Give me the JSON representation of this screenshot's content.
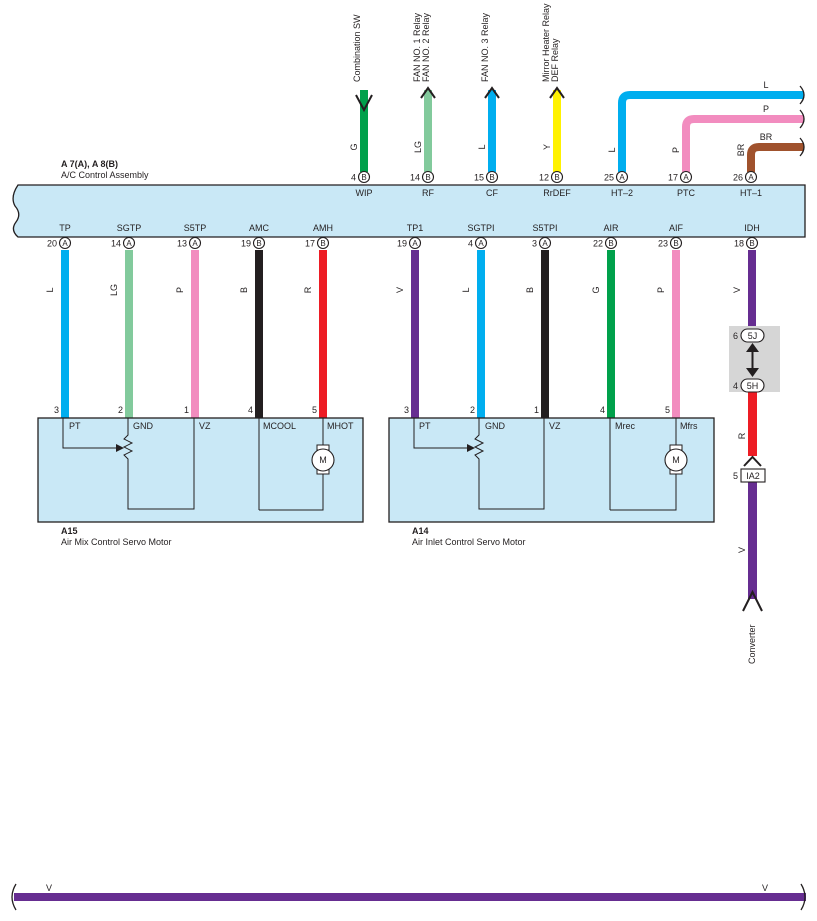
{
  "assembly": {
    "ref": "A 7(A), A 8(B)",
    "name": "A/C Control Assembly",
    "top_terminals": [
      {
        "pin": "4",
        "conn": "B",
        "label": "WIP",
        "color": "#00a14b",
        "wire": "G",
        "dest": [
          "Combination SW"
        ],
        "dir": "in"
      },
      {
        "pin": "14",
        "conn": "B",
        "label": "RF",
        "color": "#82ca9c",
        "wire": "LG",
        "dest": [
          "FAN NO. 1 Relay",
          "FAN NO. 2 Relay"
        ],
        "dir": "out"
      },
      {
        "pin": "15",
        "conn": "B",
        "label": "CF",
        "color": "#00aeef",
        "wire": "L",
        "dest": [
          "FAN NO. 3 Relay"
        ],
        "dir": "out"
      },
      {
        "pin": "12",
        "conn": "B",
        "label": "RrDEF",
        "color": "#fff200",
        "wire": "Y",
        "dest": [
          "Mirror Heater Relay",
          "DEF Relay"
        ],
        "dir": "out"
      }
    ],
    "right_terminals": [
      {
        "pin": "25",
        "conn": "A",
        "label": "HT–2",
        "color": "#00aeef",
        "wire": "L",
        "end_label": "L"
      },
      {
        "pin": "17",
        "conn": "A",
        "label": "PTC",
        "color": "#f28cbf",
        "wire": "P",
        "end_label": "P"
      },
      {
        "pin": "26",
        "conn": "A",
        "label": "HT–1",
        "color": "#a0522d",
        "wire": "BR",
        "end_label": "BR"
      }
    ],
    "bottom_terminals": [
      {
        "pin": "20",
        "conn": "A",
        "label": "TP",
        "color": "#00aeef",
        "wire": "L"
      },
      {
        "pin": "14",
        "conn": "A",
        "label": "SGTP",
        "color": "#82ca9c",
        "wire": "LG"
      },
      {
        "pin": "13",
        "conn": "A",
        "label": "S5TP",
        "color": "#f28cbf",
        "wire": "P"
      },
      {
        "pin": "19",
        "conn": "B",
        "label": "AMC",
        "color": "#231f20",
        "wire": "B"
      },
      {
        "pin": "17",
        "conn": "B",
        "label": "AMH",
        "color": "#ed1c24",
        "wire": "R"
      },
      {
        "pin": "19",
        "conn": "A",
        "label": "TP1",
        "color": "#662d91",
        "wire": "V"
      },
      {
        "pin": "4",
        "conn": "A",
        "label": "SGTPI",
        "color": "#00aeef",
        "wire": "L"
      },
      {
        "pin": "3",
        "conn": "A",
        "label": "S5TPI",
        "color": "#231f20",
        "wire": "B"
      },
      {
        "pin": "22",
        "conn": "B",
        "label": "AIR",
        "color": "#00a14b",
        "wire": "G"
      },
      {
        "pin": "23",
        "conn": "B",
        "label": "AIF",
        "color": "#f28cbf",
        "wire": "P"
      },
      {
        "pin": "18",
        "conn": "B",
        "label": "IDH",
        "color": "#662d91",
        "wire": "V"
      }
    ]
  },
  "motors": [
    {
      "ref": "A15",
      "name": "Air Mix Control Servo Motor",
      "pins": [
        {
          "num": "3",
          "label": "PT"
        },
        {
          "num": "2",
          "label": "GND"
        },
        {
          "num": "1",
          "label": "VZ"
        },
        {
          "num": "4",
          "label": "MCOOL"
        },
        {
          "num": "5",
          "label": "MHOT"
        }
      ],
      "motor_symbol": "M"
    },
    {
      "ref": "A14",
      "name": "Air Inlet Control Servo Motor",
      "pins": [
        {
          "num": "3",
          "label": "PT"
        },
        {
          "num": "2",
          "label": "GND"
        },
        {
          "num": "1",
          "label": "VZ"
        },
        {
          "num": "4",
          "label": "Mrec"
        },
        {
          "num": "5",
          "label": "Mfrs"
        }
      ],
      "motor_symbol": "M"
    }
  ],
  "idh_circuit": {
    "junction_upper": {
      "pin": "6",
      "code": "5J"
    },
    "junction_lower": {
      "pin": "4",
      "code": "5H"
    },
    "wire_after_junction": "R",
    "wire_after_junction_color": "#ed1c24",
    "splice": {
      "pin": "5",
      "code": "IA2"
    },
    "wire_to_converter": "V",
    "destination": "Converter"
  },
  "bottom_bus": {
    "left_label": "V",
    "right_label": "V",
    "color": "#662d91"
  }
}
